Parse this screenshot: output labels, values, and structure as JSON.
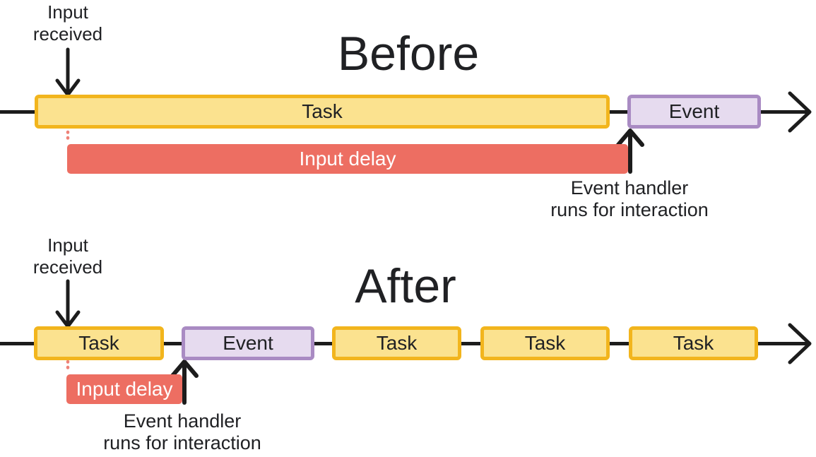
{
  "colors": {
    "background": "#FFFFFF",
    "text": "#202124",
    "line": "#1C1C1C",
    "dotted": "#EE8278",
    "task_fill": "#FBE28F",
    "task_border": "#F2B51D",
    "event_fill": "#E6DBEF",
    "event_border": "#A98BC3",
    "delay_fill": "#ED6E62",
    "delay_text": "#FFFFFF"
  },
  "before": {
    "title": "Before",
    "input_label": "Input\nreceived",
    "task_label": "Task",
    "event_label": "Event",
    "delay_label": "Input delay",
    "handler_label": "Event handler\nruns for interaction"
  },
  "after": {
    "title": "After",
    "input_label": "Input\nreceived",
    "tasks": [
      "Task",
      "Task",
      "Task",
      "Task"
    ],
    "event_label": "Event",
    "delay_label": "Input delay",
    "handler_label": "Event handler\nruns for interaction"
  }
}
